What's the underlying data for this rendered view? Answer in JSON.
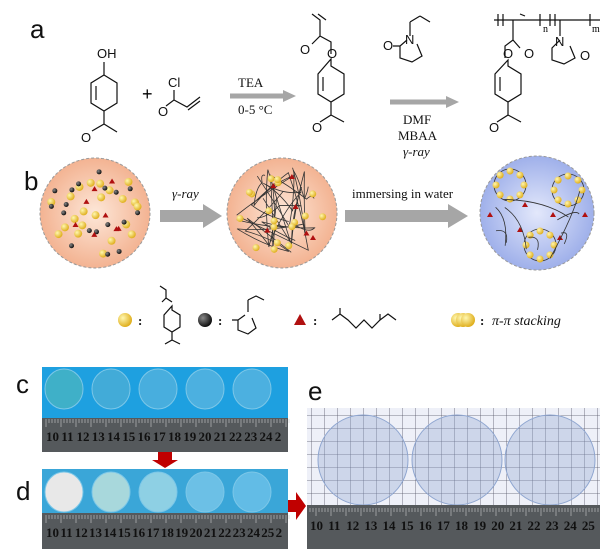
{
  "panels": {
    "a": "a",
    "b": "b",
    "c": "c",
    "d": "d",
    "e": "e"
  },
  "scheme": {
    "oh": "OH",
    "cl": "Cl",
    "plus": "+",
    "step1_top": "TEA",
    "step1_bottom": "0-5 °C",
    "step2_line1": "DMF",
    "step2_line2": "MBAA",
    "step2_line3": "γ-ray",
    "o": "O",
    "n": "N",
    "sub_n": "n",
    "sub_m": "m"
  },
  "process": {
    "arrow1": "γ-ray",
    "arrow2": "immersing in water"
  },
  "legend": {
    "colon": ":",
    "stacking": "π-π stacking"
  },
  "ruler": {
    "c_numbers": [
      "10",
      "11",
      "12",
      "13",
      "14",
      "15",
      "16",
      "17",
      "18",
      "19",
      "20",
      "21",
      "22",
      "23",
      "24",
      "2"
    ],
    "d_numbers": [
      "10",
      "11",
      "12",
      "13",
      "14",
      "15",
      "16",
      "17",
      "18",
      "19",
      "20",
      "21",
      "22",
      "23",
      "24",
      "25",
      "2"
    ],
    "e_numbers": [
      "10",
      "11",
      "12",
      "13",
      "14",
      "15",
      "16",
      "17",
      "18",
      "19",
      "20",
      "21",
      "22",
      "23",
      "24",
      "25"
    ]
  },
  "colors": {
    "arrow_gray": "#a6a6a6",
    "red_arrow": "#c00000",
    "blue_bg": "#1ea0e0",
    "ruler": "#55595c"
  }
}
